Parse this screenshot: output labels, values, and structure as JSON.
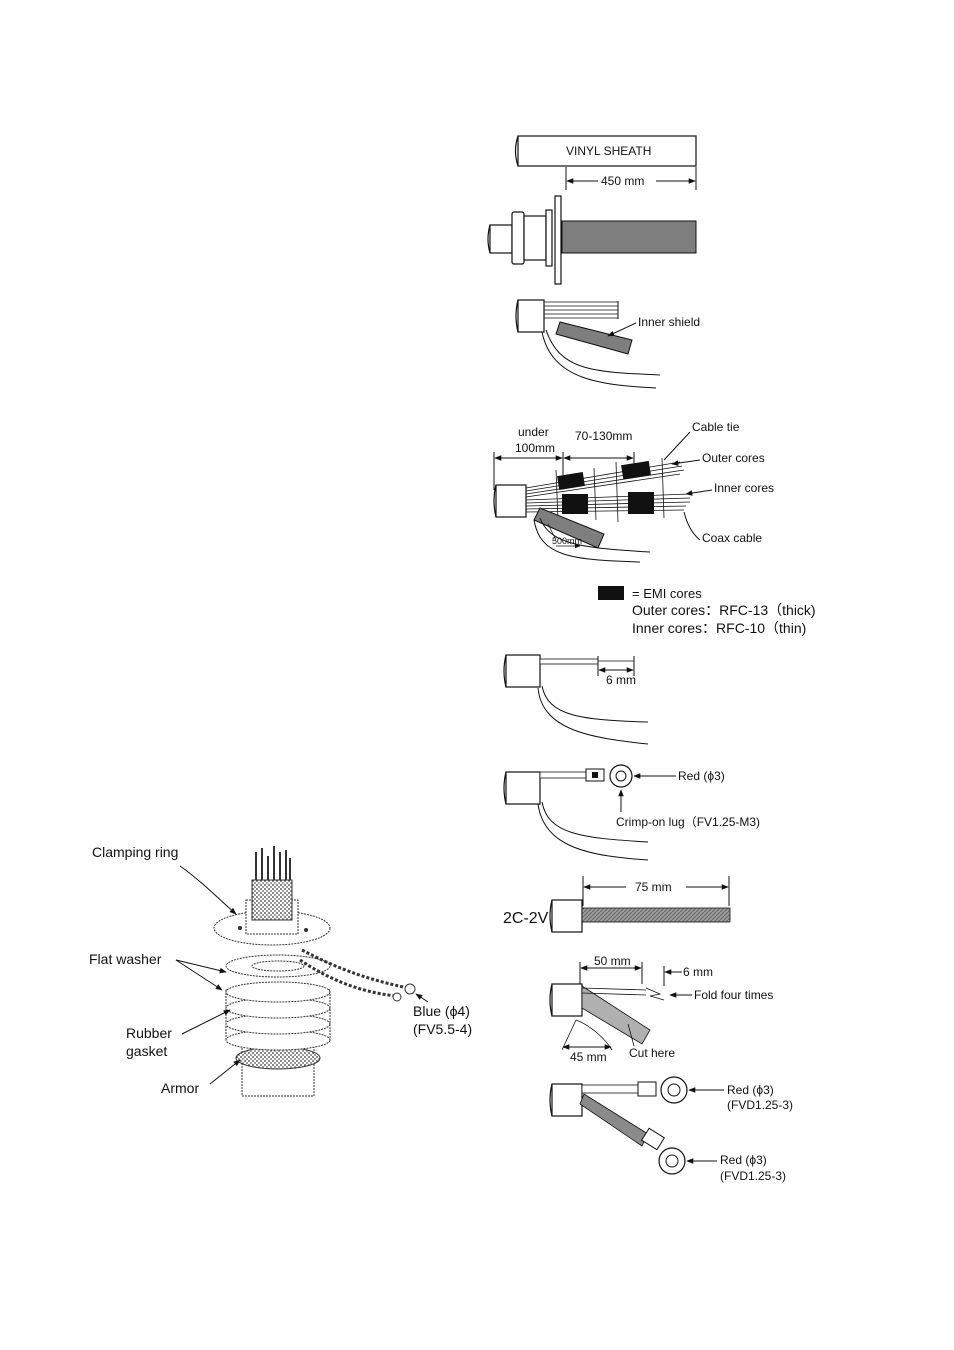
{
  "vinyl": {
    "sheath": "VINYL SHEATH",
    "dim_450": "450 mm"
  },
  "shield": {
    "inner_shield": "Inner shield"
  },
  "cores": {
    "under": "under",
    "under_value": "100mm",
    "range": "70-130mm",
    "cable_tie": "Cable tie",
    "outer_cores": "Outer cores",
    "inner_cores": "Inner cores",
    "coax_cable": "Coax cable",
    "dim_500": "500mm"
  },
  "legend": {
    "emi": "= EMI cores",
    "outer": "Outer cores：RFC-13（thick)",
    "inner": "Inner cores：RFC-10（thin)"
  },
  "strip": {
    "dim_6": "6 mm"
  },
  "lug": {
    "red": "Red (ϕ3)",
    "crimp": "Crimp-on lug（FV1.25-M3)"
  },
  "coax2": {
    "type": "2C-2V",
    "dim_75": "75 mm"
  },
  "fold": {
    "dim_50": "50 mm",
    "dim_6": "6 mm",
    "fold_four": "Fold four times",
    "dim_45": "45 mm",
    "cut_here": "Cut here"
  },
  "final": {
    "red1": "Red (ϕ3)",
    "red1_code": "(FVD1.25-3)",
    "red2": "Red (ϕ3)",
    "red2_code": "(FVD1.25-3)"
  },
  "gland": {
    "clamping_ring": "Clamping ring",
    "flat_washer": "Flat washer",
    "rubber": "Rubber",
    "gasket": "gasket",
    "armor": "Armor",
    "blue": "Blue (ϕ4)",
    "blue_code": "(FV5.5-4)"
  }
}
